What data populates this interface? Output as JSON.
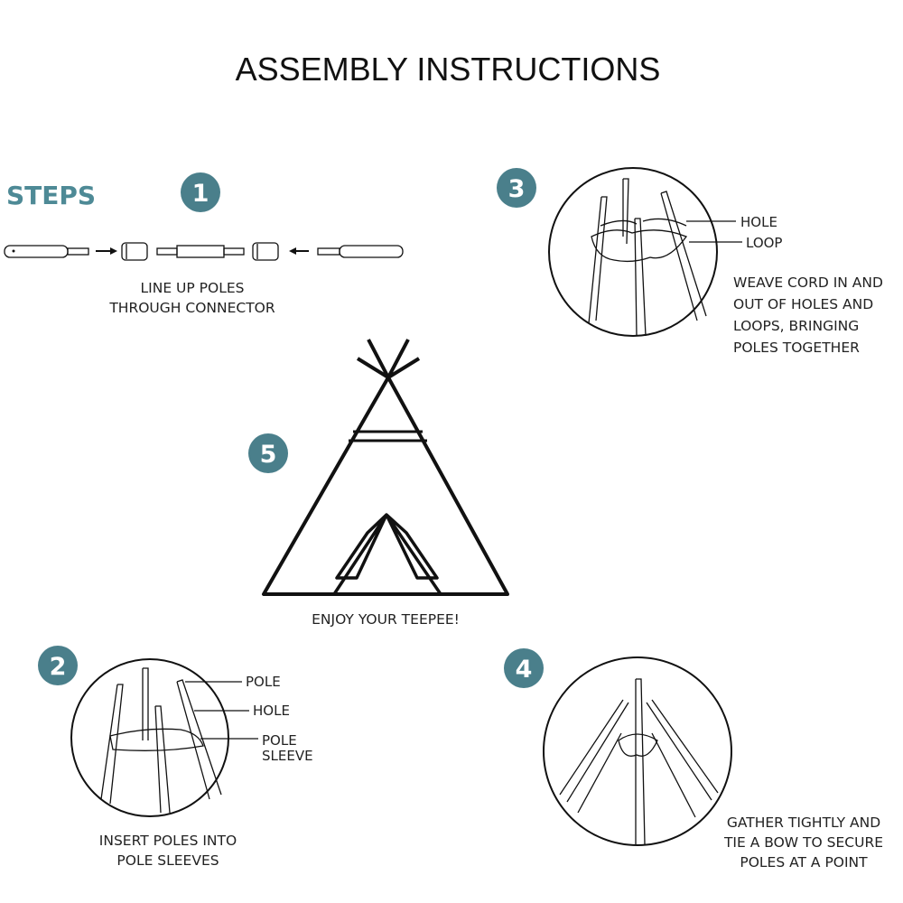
{
  "title": "ASSEMBLY INSTRUCTIONS",
  "steps_heading": "STEPS",
  "accent_color": "#4a7f8b",
  "steps": [
    {
      "number": "1",
      "caption": [
        "LINE UP POLES",
        "THROUGH CONNECTOR"
      ]
    },
    {
      "number": "2",
      "labels": {
        "pole": "POLE",
        "hole": "HOLE",
        "sleeve": [
          "POLE",
          "SLEEVE"
        ]
      },
      "caption": [
        "INSERT POLES INTO",
        "POLE SLEEVES"
      ]
    },
    {
      "number": "3",
      "labels": {
        "hole": "HOLE",
        "loop": "LOOP"
      },
      "caption": [
        "WEAVE CORD IN AND",
        "OUT OF HOLES AND",
        "LOOPS, BRINGING",
        "POLES TOGETHER"
      ]
    },
    {
      "number": "4",
      "caption": [
        "GATHER TIGHTLY AND",
        "TIE A BOW TO SECURE",
        "POLES AT A POINT"
      ]
    },
    {
      "number": "5",
      "caption": [
        "ENJOY YOUR TEEPEE!"
      ]
    }
  ]
}
